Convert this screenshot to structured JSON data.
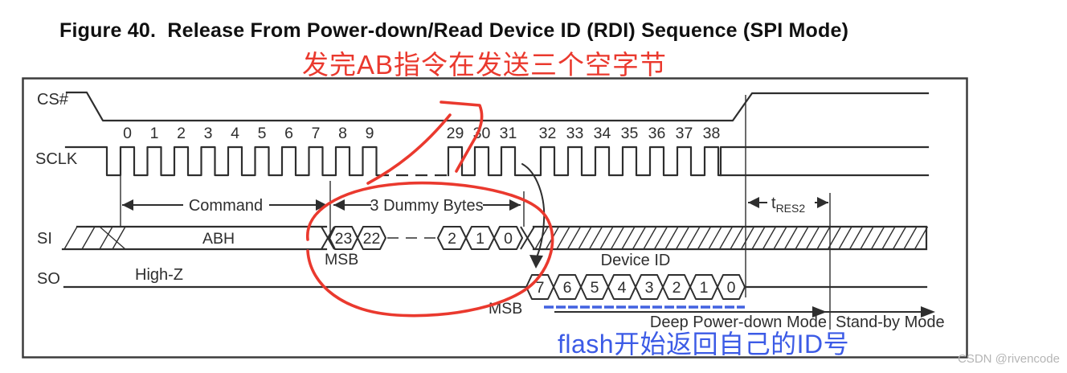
{
  "figure": {
    "title": "Figure 40.  Release From Power-down/Read Device ID (RDI) Sequence (SPI Mode)"
  },
  "annotations": {
    "red_note": "发完AB指令在发送三个空字节",
    "blue_note": "flash开始返回自己的ID号",
    "watermark": "CSDN @rivencode"
  },
  "signals": {
    "cs": "CS#",
    "sclk": "SCLK",
    "si": "SI",
    "so": "SO"
  },
  "clock_numbers": [
    "0",
    "1",
    "2",
    "3",
    "4",
    "5",
    "6",
    "7",
    "8",
    "9",
    "29",
    "30",
    "31",
    "32",
    "33",
    "34",
    "35",
    "36",
    "37",
    "38"
  ],
  "labels": {
    "command": "Command",
    "dummy_bytes": "3 Dummy Bytes",
    "command_value": "ABH",
    "msb_si": "MSB",
    "msb_so": "MSB",
    "high_z": "High-Z",
    "device_id": "Device ID",
    "t_res2_base": "t",
    "t_res2_sub": "RES2",
    "deep_power_down": "Deep Power-down Mode",
    "stand_by": "Stand-by Mode"
  },
  "si_bits": [
    "23",
    "22",
    "2",
    "1",
    "0"
  ],
  "so_bits": [
    "7",
    "6",
    "5",
    "4",
    "3",
    "2",
    "1",
    "0"
  ],
  "colors": {
    "annotation_red": "#ea392e",
    "annotation_blue": "#3c5be6",
    "underline_blue": "#4262e0",
    "diagram_line": "#2e2e2e",
    "watermark_gray": "#b5b5b5"
  }
}
